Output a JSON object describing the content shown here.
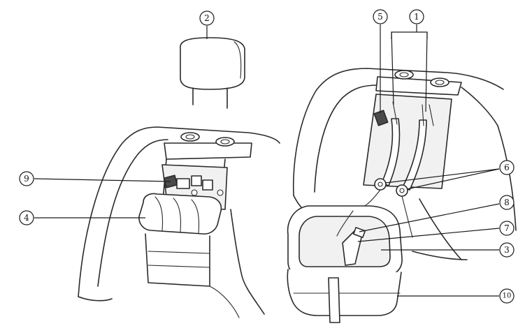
{
  "callouts": {
    "c1": "1",
    "c2": "2",
    "c3": "3",
    "c4": "4",
    "c5": "5",
    "c6": "6",
    "c7": "7",
    "c8": "8",
    "c9": "9",
    "c10": "10"
  },
  "colors": {
    "ink": "#2a2a2a",
    "background": "#ffffff",
    "mechanism": "#4a4a4a"
  }
}
